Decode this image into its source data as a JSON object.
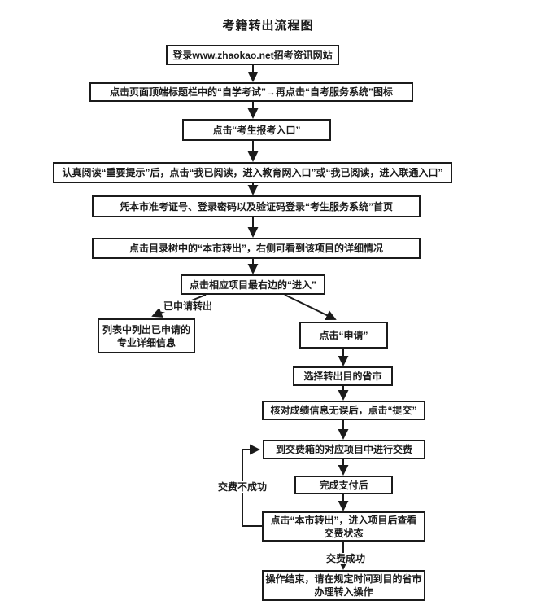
{
  "page": {
    "title": "考籍转出流程图"
  },
  "nodes": {
    "login": "登录www.zhaokao.net招考资讯网站",
    "nav_click": "点击页面顶端标题栏中的“自学考试”→再点击“自考服务系统”图标",
    "candidate_entry": "点击“考生报考入口”",
    "read_notice": "认真阅读“重要提示”后，点击“我已阅读，进入教育网入口”或“我已阅读，进入联通入口”",
    "login_service": "凭本市准考证号、登录密码以及验证码登录“考生服务系统”首页",
    "directory_tree": "点击目录树中的“本市转出”，右侧可看到该项目的详细情况",
    "click_enter": "点击相应项目最右边的“进入”",
    "applied_list_line1": "列表中列出已申请的",
    "applied_list_line2": "专业详细信息",
    "click_apply": "点击“申请”",
    "select_destination": "选择转出目的省市",
    "verify_submit": "核对成绩信息无误后，点击“提交”",
    "pay_fee": "到交费箱的对应项目中进行交费",
    "payment_done": "完成支付后",
    "check_status_line1": "点击“本市转出”，进入项目后查看",
    "check_status_line2": "交费状态",
    "finish_line1": "操作结束，请在规定时间到目的省市",
    "finish_line2": "办理转入操作"
  },
  "edge_labels": {
    "already_applied": "已申请转出",
    "pay_failed": "交费不成功",
    "pay_success": "交费成功"
  },
  "colors": {
    "line": "#1b1b1b",
    "background": "#ffffff",
    "text": "#1b1b1b"
  }
}
